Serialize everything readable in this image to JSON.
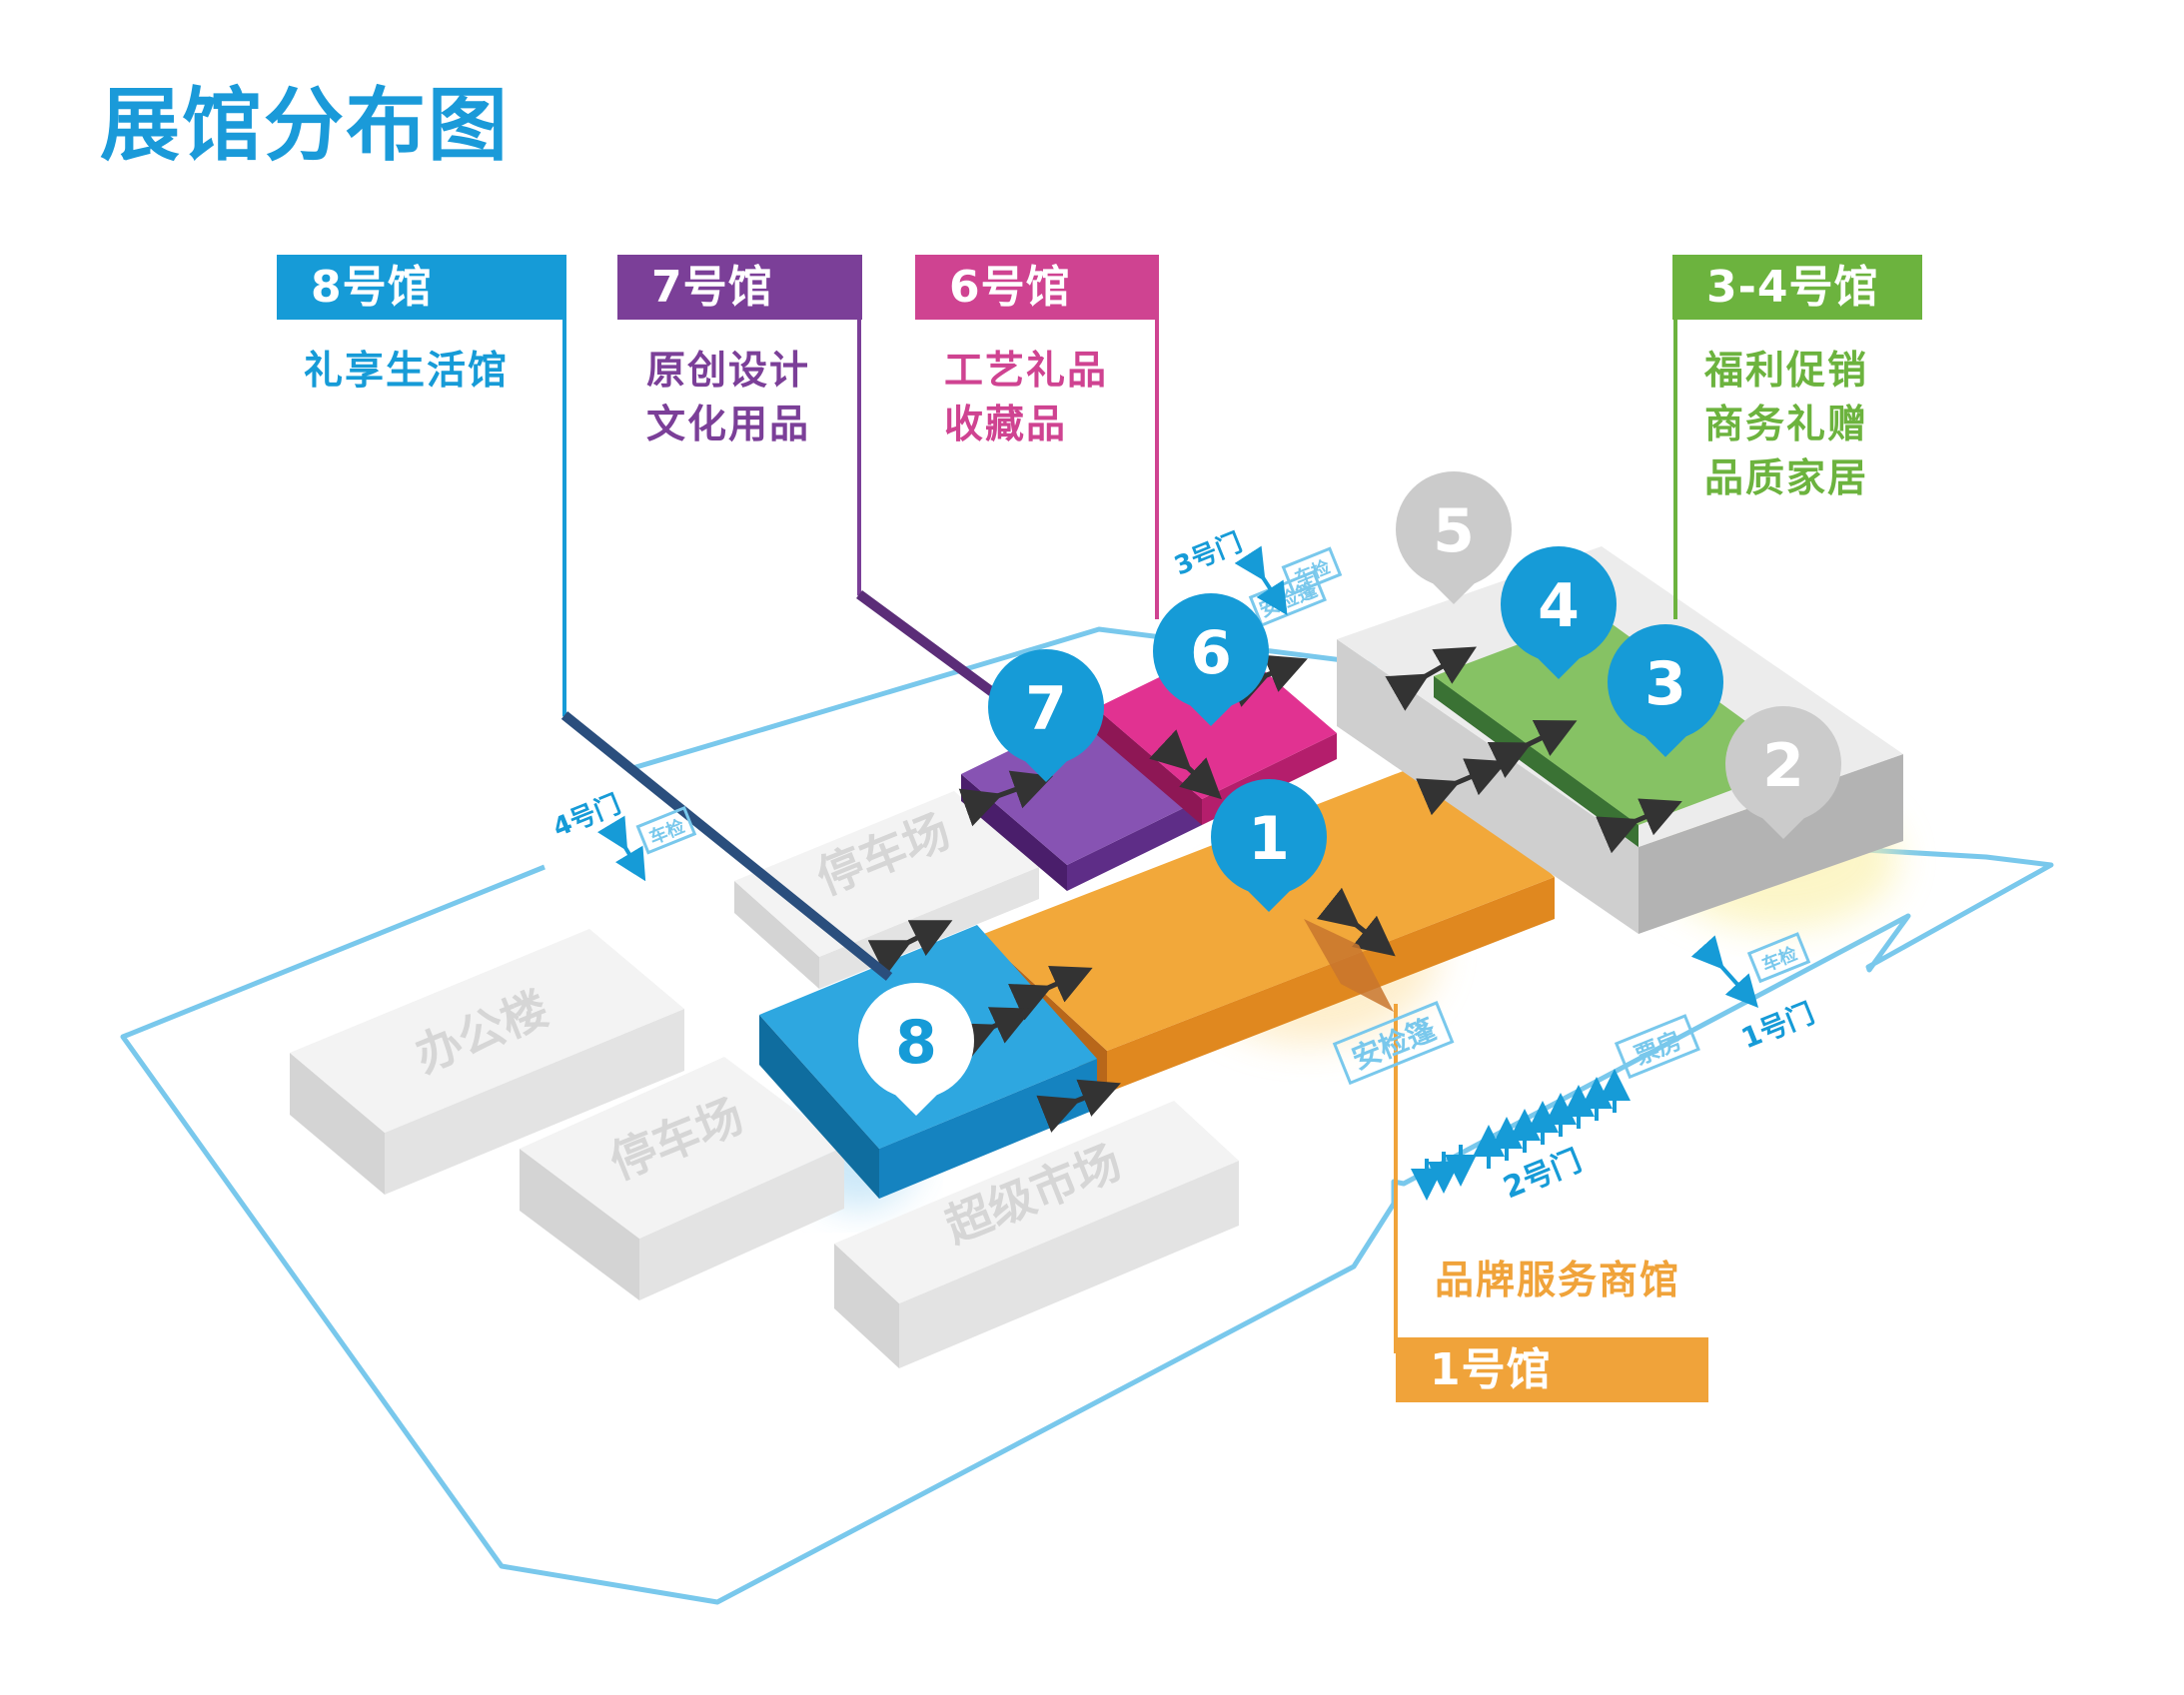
{
  "title": "展馆分布图",
  "halls": {
    "h8": {
      "label": "8号馆",
      "desc": "礼享生活馆",
      "color": "#169bd7"
    },
    "h7": {
      "label": "7号馆",
      "desc": "原创设计\n文化用品",
      "color": "#7b3f98"
    },
    "h6": {
      "label": "6号馆",
      "desc": "工艺礼品\n收藏品",
      "color": "#cf4391"
    },
    "h34": {
      "label": "3-4号馆",
      "desc": "福利促销\n商务礼赠\n品质家居",
      "color": "#6cb33e"
    },
    "h1": {
      "label": "1号馆",
      "desc": "品牌服务商馆",
      "color": "#f0a33a"
    }
  },
  "markers": {
    "m1": "1",
    "m2": "2",
    "m3": "3",
    "m4": "4",
    "m5": "5",
    "m6": "6",
    "m7": "7",
    "m8": "8"
  },
  "buildings": {
    "office": "办公楼",
    "parking1": "停车场",
    "parking2": "停车场",
    "supermarket": "超级市场"
  },
  "gates": {
    "gate1": "1号门",
    "gate2": "2号门",
    "gate3": "3号门",
    "gate4": "4号门",
    "vehicle_check": "车检",
    "security_tent": "安检篷",
    "ticket_office": "票房"
  },
  "colors": {
    "accent": "#169bd7",
    "boundary": "#79c8ec",
    "gray_marker": "#c9c9c9"
  }
}
